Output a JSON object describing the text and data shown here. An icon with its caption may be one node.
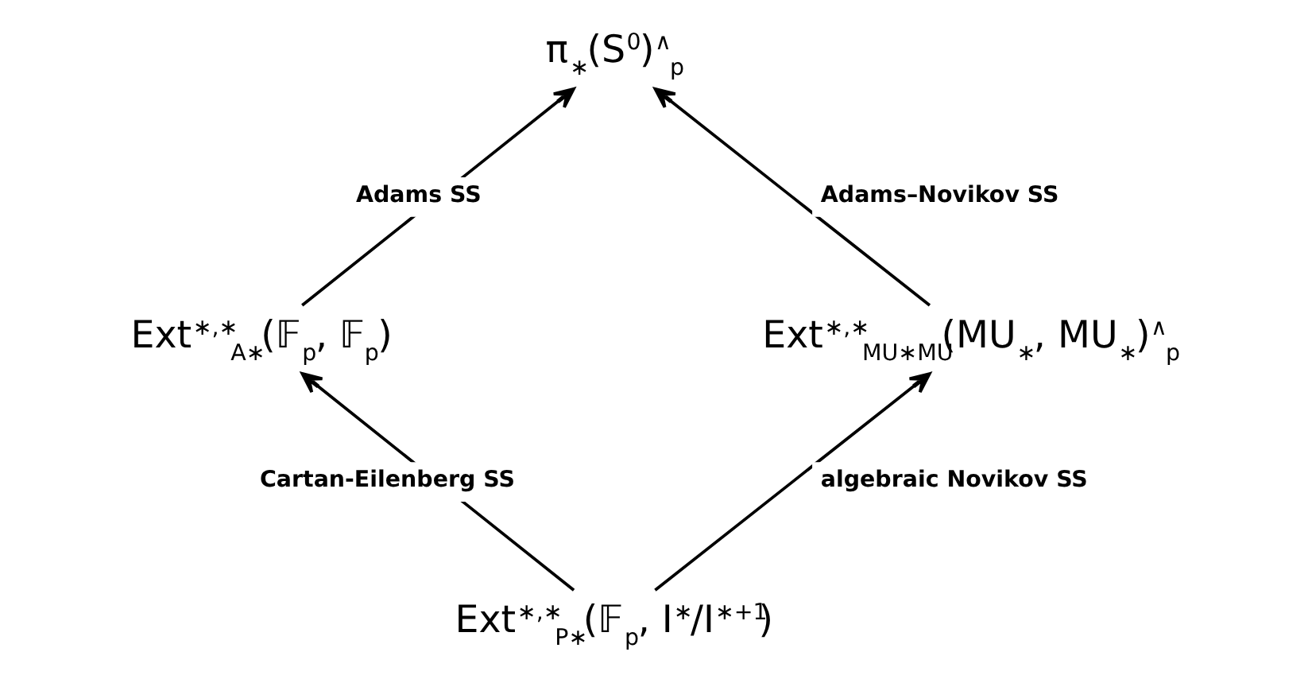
{
  "diagram": {
    "nodes": [
      {
        "text": [
          "π$_{∗}$(S$^{0}$)$^{∧}$$_{p}$"
        ]
      },
      {
        "text": [
          "Ext$^{∗,∗}$$_{A∗}$(𝔽$_{p}$, 𝔽$_{p}$)"
        ]
      },
      {
        "text": [
          "Ext$^{∗,∗}$$_{MU∗MU}$(MU$_{∗}$, MU$_{∗}$)$^{∧}$$_{p}$"
        ]
      },
      {
        "text": [
          "Ext$^{∗,∗}$$_{P∗}$(𝔽$_{p}$, I$^{∗}$/I$^{∗+1}$)"
        ]
      }
    ],
    "edges": [
      {
        "from": 1,
        "to": 0,
        "arrow": "to",
        "label": "Adams SS"
      },
      {
        "from": 2,
        "to": 0,
        "arrow": "to",
        "label": "Adams–Novikov SS"
      },
      {
        "from": 3,
        "to": 1,
        "arrow": "to",
        "label": "Cartan-Eilenberg SS"
      },
      {
        "from": 3,
        "to": 2,
        "arrow": "to",
        "label": "algebraic Novikov SS"
      }
    ]
  }
}
